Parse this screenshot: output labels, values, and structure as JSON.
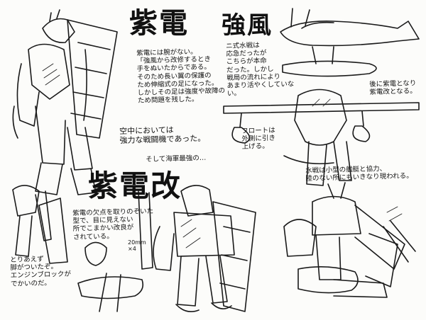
{
  "titles": {
    "shiden": "紫電",
    "kyofu": "強風",
    "shiden_kai": "紫電改"
  },
  "notes": {
    "shiden_description": "紫電には腕がない。\n「強風から改修するとき\n手をぬいたからである。\nそのため長い翼の保護の\nため伸縮式の足になった。\nしかしその足は強度や故障の\nため問題を残した。",
    "shiden_air_combat": "空中においては\n強力な戦闘機であった。",
    "shiden_last_navy": "そして海軍最強の…",
    "kyofu_description": "ニ式水戦は\n応急だったが\nこちらが本命\nだった。しかし\n戦局の流れにより\nあまり活やくしていない。",
    "kyofu_later": "後に紫電となり\n紫電改となる。",
    "float_folding": "フロートは\n外側に引き\n上げる。",
    "seaplane_escort": "水戦は小型の艦艇と協力、\n陸のない所にもいきなり現われる。",
    "shiden_kai_improvements": "紫電の欠点を取りのぞいた\n型で、目に見えない\n所でこまかい改良が\nされている。",
    "cannon_label": "20mm\n×4",
    "leg_unit": "とりあえず\n脚がついたぞ。\nエンジンブロックが\nでかいのだ。"
  }
}
